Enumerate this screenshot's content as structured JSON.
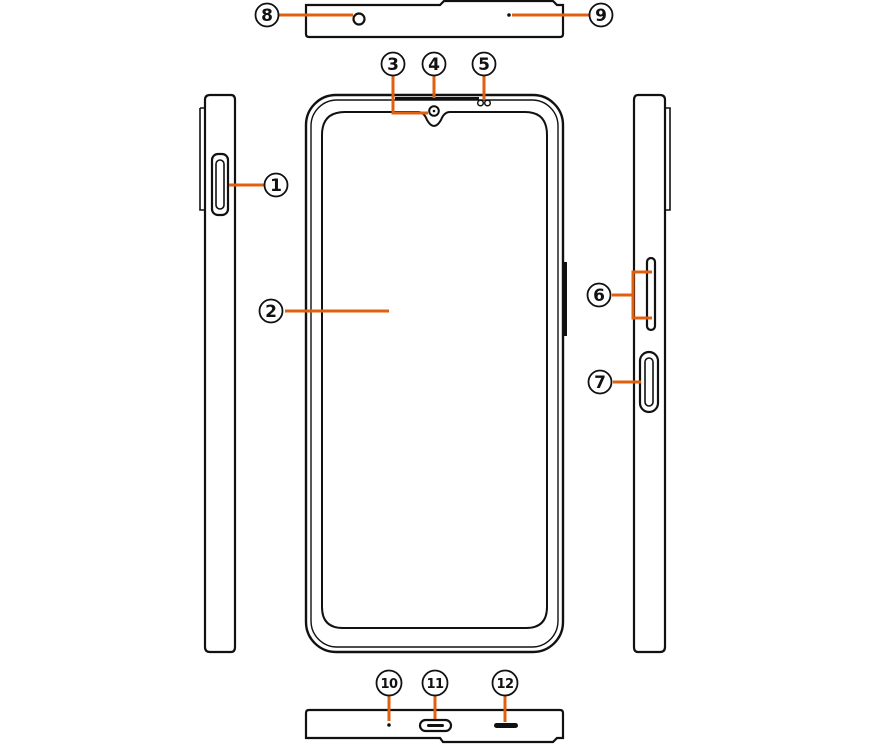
{
  "colors": {
    "outline": "#111111",
    "callout": "#e0600f",
    "background": "#ffffff"
  },
  "callouts": [
    {
      "id": "c1",
      "label": "1"
    },
    {
      "id": "c2",
      "label": "2"
    },
    {
      "id": "c3",
      "label": "3"
    },
    {
      "id": "c4",
      "label": "4"
    },
    {
      "id": "c5",
      "label": "5"
    },
    {
      "id": "c6",
      "label": "6"
    },
    {
      "id": "c7",
      "label": "7"
    },
    {
      "id": "c8",
      "label": "8"
    },
    {
      "id": "c9",
      "label": "9"
    },
    {
      "id": "c10",
      "label": "10"
    },
    {
      "id": "c11",
      "label": "11"
    },
    {
      "id": "c12",
      "label": "12"
    }
  ]
}
